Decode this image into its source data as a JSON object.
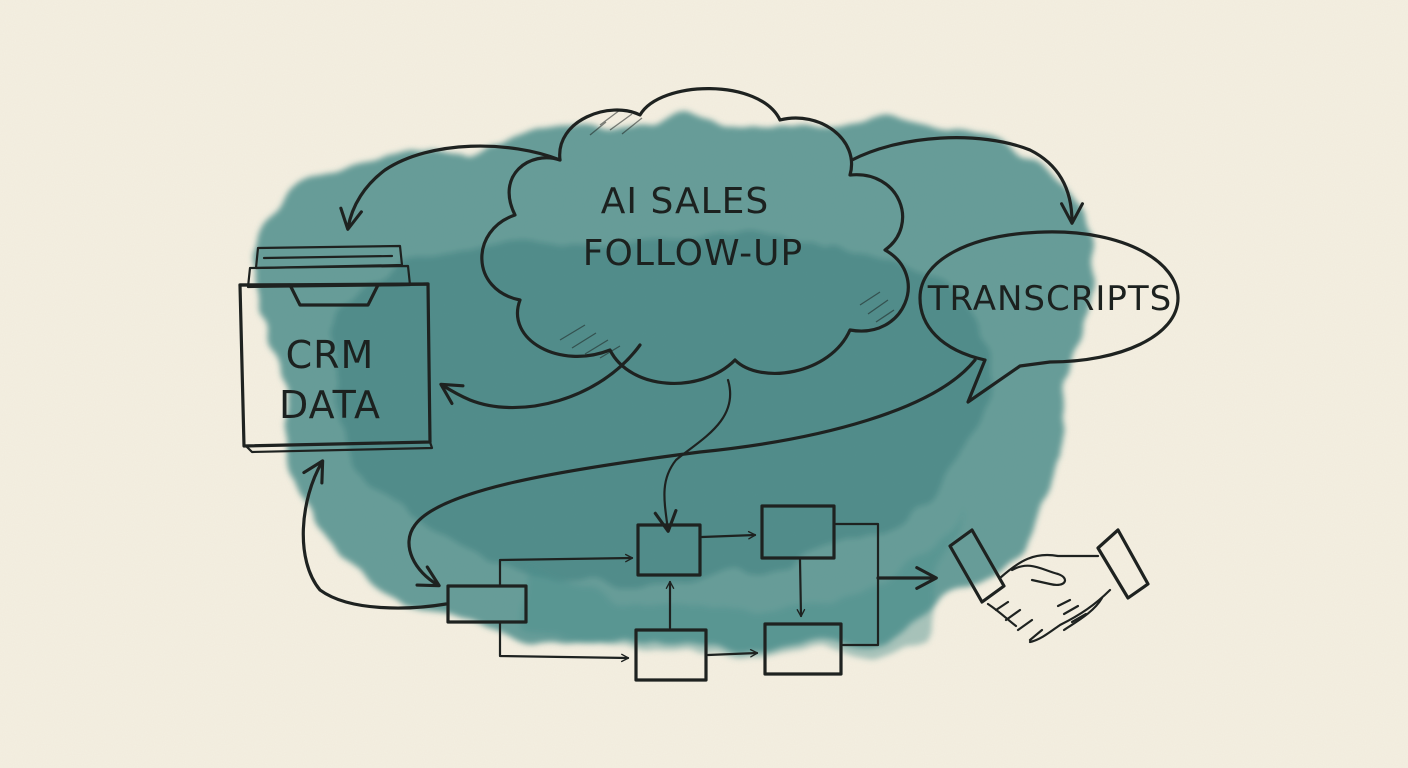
{
  "diagram": {
    "center_label": [
      "AI SALES",
      "FOLLOW-UP"
    ],
    "crm_label": [
      "CRM",
      "DATA"
    ],
    "transcripts_label": "TRANSCRIPTS"
  },
  "icons": {
    "crm": "file-drawer-icon",
    "outcome": "handshake-icon"
  },
  "colors": {
    "paper": "#f4efe1",
    "watercolor": "#3f8584",
    "ink": "#1e2220"
  }
}
